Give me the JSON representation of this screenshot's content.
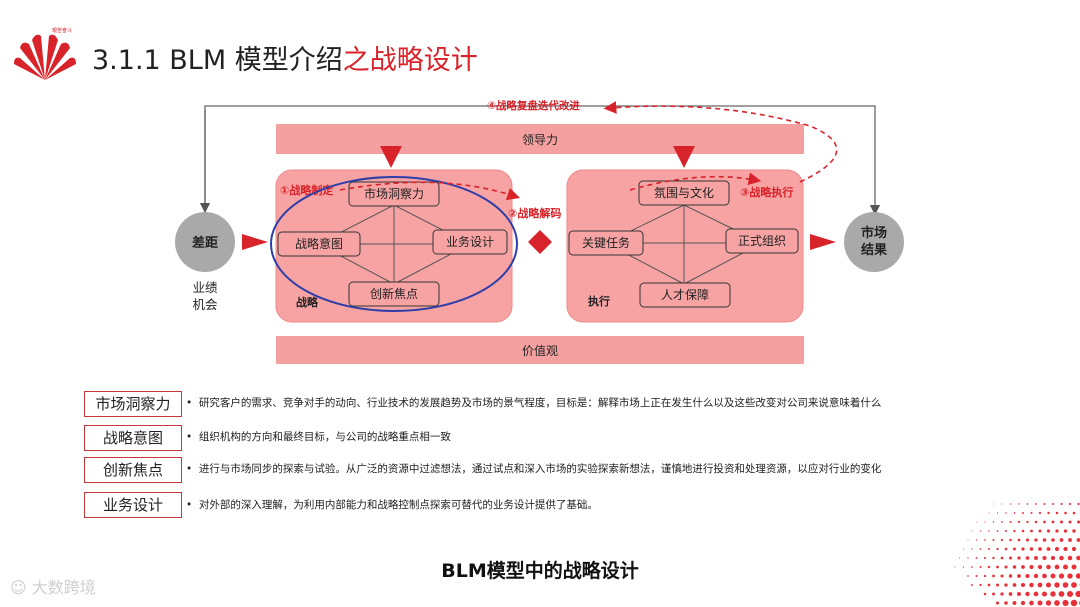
{
  "title": {
    "prefix": "3.1.1 BLM 模型介绍",
    "highlight": "之战略设计"
  },
  "logo": {
    "icon": "huawei-logo-icon",
    "tagline": "艰苦奋斗"
  },
  "diagram": {
    "top_bar": "领导力",
    "bottom_bar": "价值观",
    "loop_label": "④战略复盘迭代改进",
    "gap_node": "差距",
    "gap_sub": [
      "业绩",
      "机会"
    ],
    "result_node": [
      "市场",
      "结果"
    ],
    "strategy": {
      "step_label": "①战略制定",
      "corner_label": "战略",
      "nodes": {
        "top": "市场洞察力",
        "left": "战略意图",
        "right": "业务设计",
        "bottom": "创新焦点"
      }
    },
    "decode_label": "②战略解码",
    "execution": {
      "step_label": "③战略执行",
      "corner_label": "执行",
      "nodes": {
        "top": "氛围与文化",
        "left": "关键任务",
        "right": "正式组织",
        "bottom": "人才保障"
      }
    }
  },
  "legend": [
    {
      "term": "市场洞察力",
      "desc": "研究客户的需求、竞争对手的动向、行业技术的发展趋势及市场的景气程度，目标是：解释市场上正在发生什么以及这些改变对公司来说意味着什么"
    },
    {
      "term": "战略意图",
      "desc": "组织机构的方向和最终目标，与公司的战略重点相一致"
    },
    {
      "term": "创新焦点",
      "desc": "进行与市场同步的探索与试验。从广泛的资源中过滤想法，通过试点和深入市场的实验探索新想法，谨慎地进行投资和处理资源，以应对行业的变化"
    },
    {
      "term": "业务设计",
      "desc": "对外部的深入理解，为利用内部能力和战略控制点探索可替代的业务设计提供了基础。"
    }
  ],
  "bullet": "•",
  "caption": "BLM模型中的战略设计",
  "watermark": "大数跨境",
  "colors": {
    "accent": "#d8232a",
    "panel": "#f7a3a3",
    "bar": "#f5a0a0",
    "node_grey": "#a9a9a9",
    "ellipse": "#2d3ea8"
  }
}
